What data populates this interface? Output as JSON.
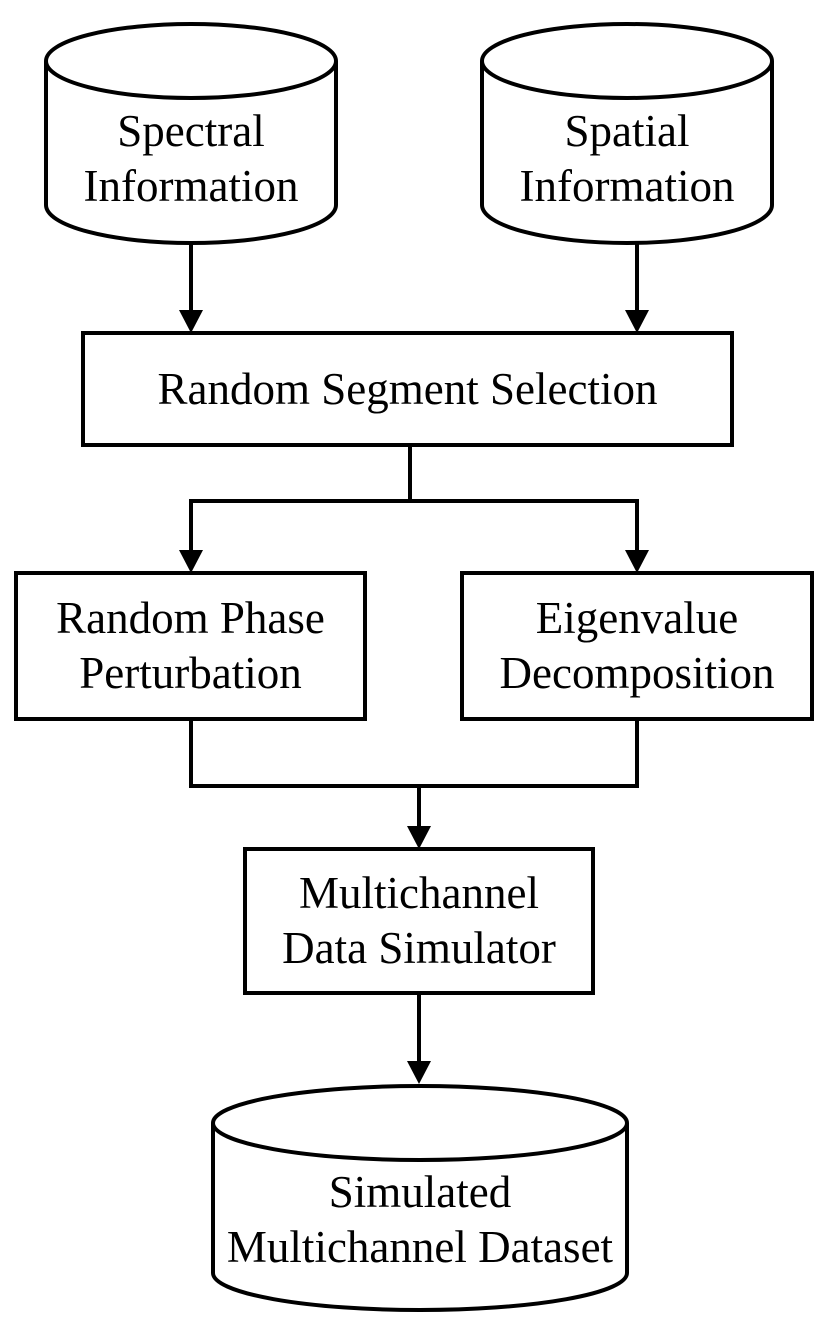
{
  "figure": {
    "type": "flowchart",
    "colors": {
      "stroke": "#000000",
      "shape_fill": "#ffffff",
      "text": "#000000",
      "background": "#ffffff"
    },
    "nodes": {
      "spectral_db": {
        "shape": "cylinder",
        "lines": [
          "Spectral",
          "Information"
        ]
      },
      "spatial_db": {
        "shape": "cylinder",
        "lines": [
          "Spatial",
          "Information"
        ]
      },
      "random_segment_selection": {
        "shape": "rect",
        "lines": [
          "Random Segment Selection"
        ]
      },
      "random_phase_perturbation": {
        "shape": "rect",
        "lines": [
          "Random Phase",
          "Perturbation"
        ]
      },
      "eigenvalue_decomposition": {
        "shape": "rect",
        "lines": [
          "Eigenvalue",
          "Decomposition"
        ]
      },
      "multichannel_data_simulator": {
        "shape": "rect",
        "lines": [
          "Multichannel",
          "Data Simulator"
        ]
      },
      "simulated_multichannel_dataset": {
        "shape": "cylinder",
        "lines": [
          "Simulated",
          "Multichannel Dataset"
        ]
      }
    },
    "edges": [
      {
        "from": "spectral_db",
        "to": "random_segment_selection"
      },
      {
        "from": "spatial_db",
        "to": "random_segment_selection"
      },
      {
        "from": "random_segment_selection",
        "to": "random_phase_perturbation"
      },
      {
        "from": "random_segment_selection",
        "to": "eigenvalue_decomposition"
      },
      {
        "from": "random_phase_perturbation",
        "to": "multichannel_data_simulator"
      },
      {
        "from": "eigenvalue_decomposition",
        "to": "multichannel_data_simulator"
      },
      {
        "from": "multichannel_data_simulator",
        "to": "simulated_multichannel_dataset"
      }
    ]
  }
}
